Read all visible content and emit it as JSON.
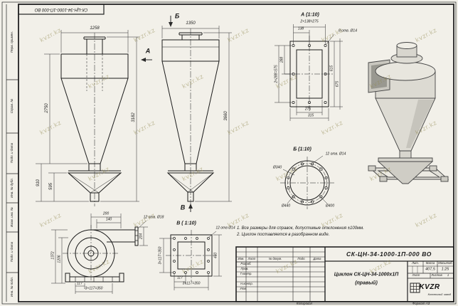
{
  "sheet": {
    "doc_number_top": "СК-ЦН-34-1000-1П-000 ВО",
    "watermark": "kvzr.kz",
    "copy_label": "Копировал",
    "format_label": "Формат А3"
  },
  "margin_labels": {
    "perv_primen": "Перв. примен.",
    "sprav_no": "Справ. №",
    "podp_data_1": "Подп. и дата",
    "inv_dubl": "Инв. № дубл.",
    "vzam_inv": "Взам. инв. №",
    "podp_data_2": "Подп. и дата",
    "inv_podl": "Инв. № подл."
  },
  "views": {
    "front": {
      "dim_width": "1258",
      "dim_height_body": "2750",
      "dim_height_total": "3182",
      "dim_bunker": "910",
      "dim_outlet": "595",
      "cut_label": "А"
    },
    "side": {
      "dim_width": "1350",
      "dim_height": "3660",
      "cut_label_top": "Б",
      "cut_label_bottom": "В"
    },
    "section_a": {
      "title": "А (1:10)",
      "dim_top_total": "2×138=275",
      "dim_top_step": "138",
      "holes_note": "8 отв. Ø14",
      "dim_left_step": "288",
      "dim_left_total": "2×288=575",
      "dim_right_inner": "615",
      "dim_right_outer": "675",
      "dim_bottom_inner": "275",
      "dim_bottom_outer": "315"
    },
    "section_b": {
      "title": "Б (1:10)",
      "holes_note": "12 отв. Ø14",
      "dim_inner": "Ø340",
      "dim_outer": "Ø440",
      "dim_bolt_circle": "Ø400"
    },
    "section_v": {
      "title": "В ( 1:10)",
      "holes_note": "12 отв Ø14",
      "dim_left": "3×117=350",
      "dim_bottom_step": "117",
      "dim_bottom_total": "3×117=350",
      "dim_right": "440"
    },
    "scroll": {
      "dim_top_1": "200",
      "dim_top_2": "140",
      "holes_note": "12 отв. Ø18",
      "dim_right": "204",
      "dim_left_outer": "1372",
      "dim_left_inner": "1206",
      "dim_bottom_step": "117",
      "dim_bottom_total": "3×117=350"
    }
  },
  "notes": {
    "line1": "1. Все размеры для справок, допустимые отклонения ±100мм.",
    "line2": "2. Циклон поставляется в разобранном виде."
  },
  "title_block": {
    "doc_number": "СК-ЦН-34-1000-1П-000 ВО",
    "product_name": "Циклон СК-ЦН-34-1000х1П",
    "product_variant": "(правый)",
    "col_izm": "Изм.",
    "col_list": "Лист",
    "col_doc": "№ докум.",
    "col_podp": "Подп.",
    "col_data": "Дата",
    "row_razrab": "Разраб.",
    "row_prov": "Пров.",
    "row_tkontr": "Т.контр.",
    "row_nkontr": "Н.контр.",
    "row_utv": "Утв.",
    "lit_label": "Лит.",
    "mass_label": "Масса",
    "scale_label": "Масштаб",
    "mass_value": "407,5",
    "scale_value": "1:25",
    "sheet_label": "Лист",
    "sheets_label": "Листов",
    "sheets_value": "1",
    "logo_text": "KVZR",
    "org_line1": "Котельный",
    "org_line2": "завод"
  }
}
